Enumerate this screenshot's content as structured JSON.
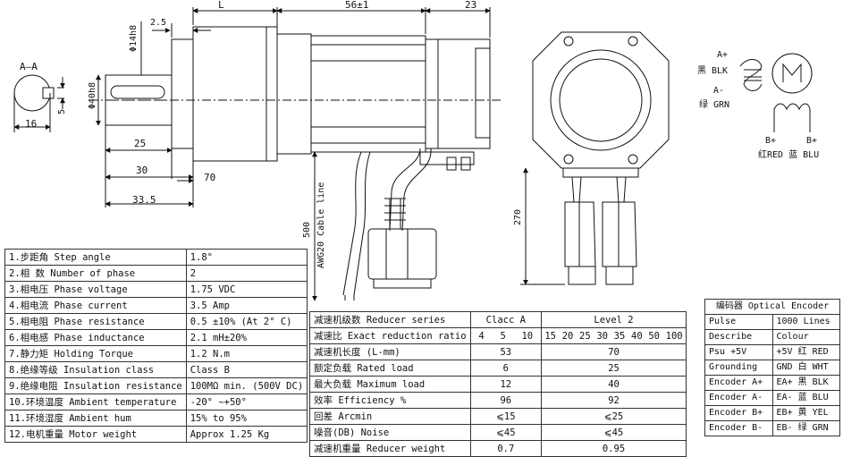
{
  "drawing": {
    "dims": {
      "L": "L",
      "len_56": "56±1",
      "len_23": "23",
      "d_2_5": "2.5",
      "phi14": "Φ14h8",
      "phi40": "Φ40h8",
      "five": "5",
      "sixteen": "16",
      "d25": "25",
      "d30": "30",
      "d33_5": "33.5",
      "d70": "70",
      "d500": "500",
      "d270": "270",
      "section": "A—A",
      "cable": "AWG20 Cable line"
    },
    "wiring": {
      "a_plus": "A+",
      "black": "黑 BLK",
      "a_minus": "A-",
      "green": "绿 GRN",
      "b_plus_1": "B+",
      "b_plus_2": "B+",
      "red_blue": "红RED 蓝 BLU"
    }
  },
  "specs": [
    {
      "label": "1.步距角 Step angle",
      "value": "1.8°"
    },
    {
      "label": "2.相  数 Number of phase",
      "value": "2"
    },
    {
      "label": "3.相电压 Phase voltage",
      "value": "1.75 VDC"
    },
    {
      "label": "4.相电流 Phase current",
      "value": "3.5 Amp"
    },
    {
      "label": "5.相电阻 Phase resistance",
      "value": "0.5 ±10% (At 2° C)"
    },
    {
      "label": "6.相电感 Phase inductance",
      "value": "2.1 mH±20%"
    },
    {
      "label": "7.静力矩 Holding Torque",
      "value": "1.2 N.m"
    },
    {
      "label": "8.绝缘等级 Insulation class",
      "value": "Class B"
    },
    {
      "label": "9.绝缘电阻 Insulation resistance",
      "value": "100MΩ min. (500V DC)"
    },
    {
      "label": "10.环境温度 Ambient temperature",
      "value": "-20° ~+50°"
    },
    {
      "label": "11.环境湿度 Ambient hum",
      "value": "15% to 95%"
    },
    {
      "label": "12.电机重量 Motor weight",
      "value": "Approx 1.25 Kg"
    }
  ],
  "reducer": {
    "header": {
      "label": "减速机级数 Reducer series",
      "class_a": "Clacc A",
      "level2": "Level 2"
    },
    "ratio": {
      "label": "减速比 Exact reduction ratio",
      "a": [
        "4",
        "5",
        "10"
      ],
      "b": [
        "15",
        "20",
        "25",
        "30",
        "35",
        "40",
        "50",
        "100"
      ]
    },
    "rows": [
      {
        "label": "减速机长度 (L-mm)",
        "a": "53",
        "b": "70"
      },
      {
        "label": "额定负载 Rated load",
        "a": "6",
        "b": "25"
      },
      {
        "label": "最大负载 Maximum load",
        "a": "12",
        "b": "40"
      },
      {
        "label": "效率 Efficiency %",
        "a": "96",
        "b": "92"
      },
      {
        "label": "回差 Arcmin",
        "a": "⩽15",
        "b": "⩽25"
      },
      {
        "label": "噪音(DB) Noise",
        "a": "⩽45",
        "b": "⩽45"
      },
      {
        "label": "减速机重量 Reducer weight",
        "a": "0.7",
        "b": "0.95"
      }
    ]
  },
  "encoder": {
    "title": "编码器 Optical Encoder",
    "rows": [
      {
        "k": "Pulse",
        "v": "1000 Lines"
      },
      {
        "k": "Describe",
        "v": "Colour"
      },
      {
        "k": "Psu +5V",
        "v": "+5V 红 RED"
      },
      {
        "k": "Grounding",
        "v": "GND 白 WHT"
      },
      {
        "k": "Encoder A+",
        "v": "EA+ 黑 BLK"
      },
      {
        "k": "Encoder A-",
        "v": "EA- 蓝 BLU"
      },
      {
        "k": "Encoder B+",
        "v": "EB+ 黄 YEL"
      },
      {
        "k": "Encoder B-",
        "v": "EB- 绿 GRN"
      }
    ]
  }
}
